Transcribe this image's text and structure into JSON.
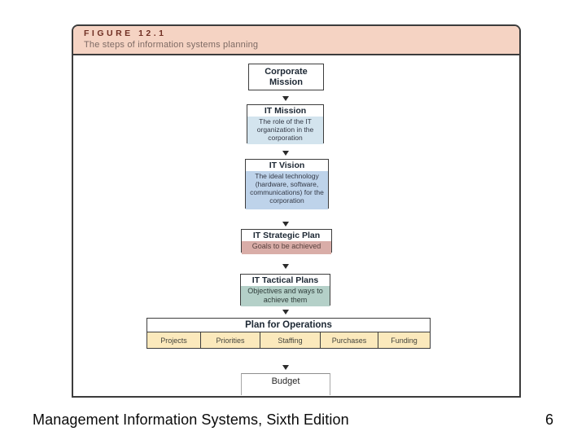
{
  "figure": {
    "heading": "FIGURE 12.1",
    "subheading": "The steps of information systems planning"
  },
  "diagram": {
    "corporate_mission": {
      "title": "Corporate Mission"
    },
    "it_mission": {
      "title": "IT Mission",
      "body": "The role of the IT organization in the corporation"
    },
    "it_vision": {
      "title": "IT Vision",
      "body": "The ideal technology (hardware, software, communications) for the corporation"
    },
    "it_strategic_plan": {
      "title": "IT Strategic Plan",
      "body": "Goals to be achieved"
    },
    "it_tactical_plans": {
      "title": "IT Tactical Plans",
      "body": "Objectives and ways to achieve them"
    },
    "plan_for_operations": {
      "title": "Plan for Operations",
      "columns": [
        "Projects",
        "Priorities",
        "Staffing",
        "Purchases",
        "Funding"
      ]
    },
    "budget": {
      "title": "Budget"
    }
  },
  "colors": {
    "figure_header_bg": "#f5d3c3",
    "figure_heading_text": "#702f23",
    "box_border": "#3d3d3d",
    "it_mission_bg": "#d3e4ee",
    "it_vision_bg": "#bed3ea",
    "it_strategic_bg": "#d9ada8",
    "it_tactical_bg": "#b4d0c8",
    "operations_cell_bg": "#fbe9bc"
  },
  "footer": {
    "course": "Management Information Systems, Sixth Edition",
    "page_number": "6"
  }
}
